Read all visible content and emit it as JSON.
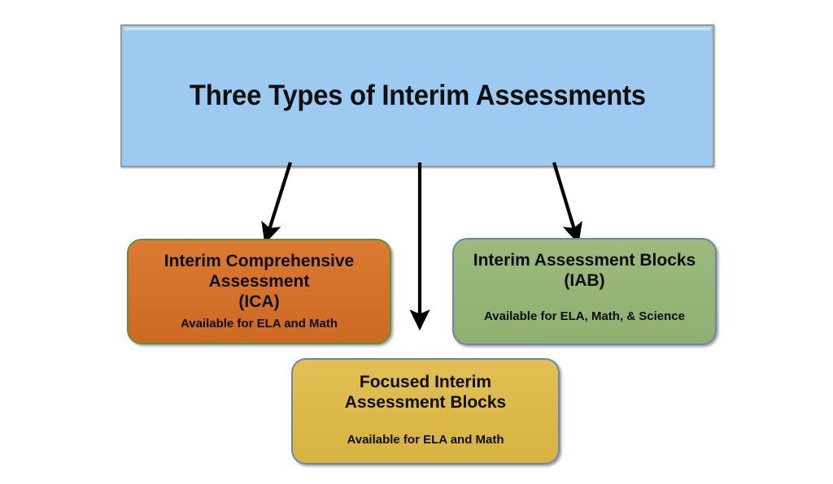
{
  "diagram": {
    "title": "Three Types of Interim Assessments",
    "background_color": "#ffffff",
    "title_box": {
      "fill_color": "#9ccaf0",
      "border_color": "#9a9a9a"
    },
    "nodes": [
      {
        "id": "ica",
        "name": "Interim Comprehensive Assessment",
        "line1": "Interim Comprehensive",
        "line2": "Assessment",
        "line3": "(ICA)",
        "availability": "Available for ELA and Math",
        "fill_color": "#d4712a",
        "border_color": "#5f8f3e"
      },
      {
        "id": "iab",
        "name": "Interim Assessment Blocks",
        "line1": "Interim Assessment Blocks",
        "line2": "(IAB)",
        "availability": "Available for ELA, Math, & Science",
        "fill_color": "#95b577",
        "border_color": "#6b86ad"
      },
      {
        "id": "fiab",
        "name": "Focused Interim Assessment Blocks",
        "line1": "Focused Interim",
        "line2": "Assessment Blocks",
        "availability": "Available for ELA and Math",
        "fill_color": "#dcb948",
        "border_color": "#6b86ad"
      }
    ],
    "connectors": [
      {
        "id": "arrow-to-ica",
        "from": "title-box",
        "to": "ica",
        "color": "#000000"
      },
      {
        "id": "arrow-to-fiab",
        "from": "title-box",
        "to": "fiab",
        "color": "#000000"
      },
      {
        "id": "arrow-to-iab",
        "from": "title-box",
        "to": "iab",
        "color": "#000000"
      }
    ]
  }
}
